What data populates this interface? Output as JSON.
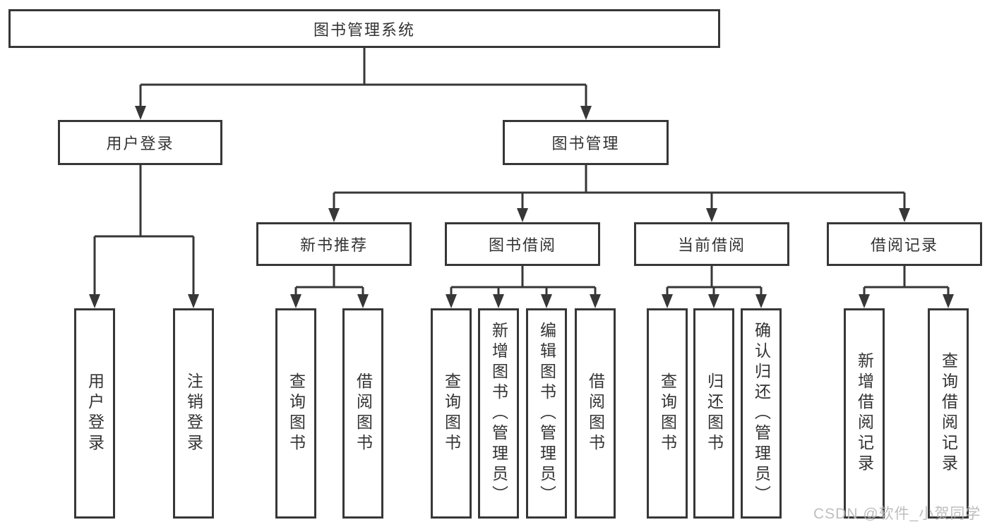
{
  "diagram": {
    "root": "图书管理系统",
    "user_login": {
      "label": "用户登录",
      "children": [
        "用户登录",
        "注销登录"
      ]
    },
    "book_mgmt": {
      "label": "图书管理"
    },
    "new_book": {
      "label": "新书推荐",
      "children": [
        "查询图书",
        "借阅图书"
      ]
    },
    "book_borrow": {
      "label": "图书借阅",
      "children": [
        "查询图书",
        "新增图书（管理员）",
        "编辑图书（管理员）",
        "借阅图书"
      ]
    },
    "current_borrow": {
      "label": "当前借阅",
      "children": [
        "查询图书",
        "归还图书",
        "确认归还（管理员）"
      ]
    },
    "borrow_record": {
      "label": "借阅记录",
      "children": [
        "新增借阅记录",
        "查询借阅记录"
      ]
    }
  },
  "watermark": "CSDN @软件_小贺同学",
  "colors": {
    "line": "#373737",
    "box_border": "#373737",
    "text": "#333333",
    "watermark": "#b9b9b9",
    "background": "#ffffff"
  }
}
